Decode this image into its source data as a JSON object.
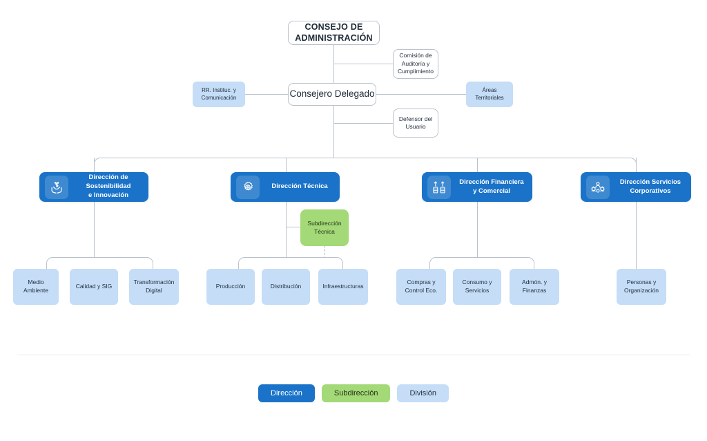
{
  "colors": {
    "direccion": "#1a73c8",
    "subdireccion": "#a3d977",
    "division": "#c5ddf7",
    "connector": "#b9c2cc",
    "background": "#ffffff",
    "text_dark": "#1f2b38"
  },
  "top": {
    "board": "CONSEJO DE\nADMINISTRACIÓN",
    "board_line1": "CONSEJO DE",
    "board_line2": "ADMINISTRACIÓN",
    "ceo": "Consejero Delegado",
    "audit_committee_line1": "Comisión de",
    "audit_committee_line2": "Auditoría y",
    "audit_committee_line3": "Cumplimiento",
    "ombudsman_line1": "Defensor del",
    "ombudsman_line2": "Usuario",
    "institutional_line1": "RR. Instituc. y",
    "institutional_line2": "Comunicación",
    "territorial_line1": "Áreas",
    "territorial_line2": "Territoriales"
  },
  "directions": [
    {
      "id": "sostenibilidad",
      "icon": "plant-in-hands-icon",
      "line1": "Dirección de",
      "line2": "Sostenibilidad",
      "line3": "e Innovación",
      "divisions": [
        {
          "line1": "Medio",
          "line2": "Ambiente"
        },
        {
          "line1": "Calidad y SIG",
          "line2": ""
        },
        {
          "line1": "Transformación",
          "line2": "Digital"
        }
      ]
    },
    {
      "id": "tecnica",
      "icon": "gear-network-icon",
      "line1": "Dirección Técnica",
      "line2": "",
      "line3": "",
      "subdireccion": {
        "line1": "Subdirección",
        "line2": "Técnica"
      },
      "divisions": [
        {
          "line1": "Producción",
          "line2": ""
        },
        {
          "line1": "Distribución",
          "line2": ""
        },
        {
          "line1": "Infraestructuras",
          "line2": ""
        }
      ]
    },
    {
      "id": "financiera",
      "icon": "coin-stacks-icon",
      "line1": "Dirección Financiera",
      "line2": "y Comercial",
      "line3": "",
      "divisions": [
        {
          "line1": "Compras y",
          "line2": "Control Eco."
        },
        {
          "line1": "Consumo y",
          "line2": "Servicios"
        },
        {
          "line1": "Admón. y",
          "line2": "Finanzas"
        }
      ]
    },
    {
      "id": "corporativos",
      "icon": "people-gears-icon",
      "line1": "Dirección Servicios",
      "line2": "Corporativos",
      "line3": "",
      "divisions": [
        {
          "line1": "Personas y",
          "line2": "Organización"
        }
      ]
    }
  ],
  "legend": [
    {
      "label": "Dirección",
      "type": "direccion"
    },
    {
      "label": "Subdirección",
      "type": "subdireccion"
    },
    {
      "label": "División",
      "type": "division"
    }
  ]
}
